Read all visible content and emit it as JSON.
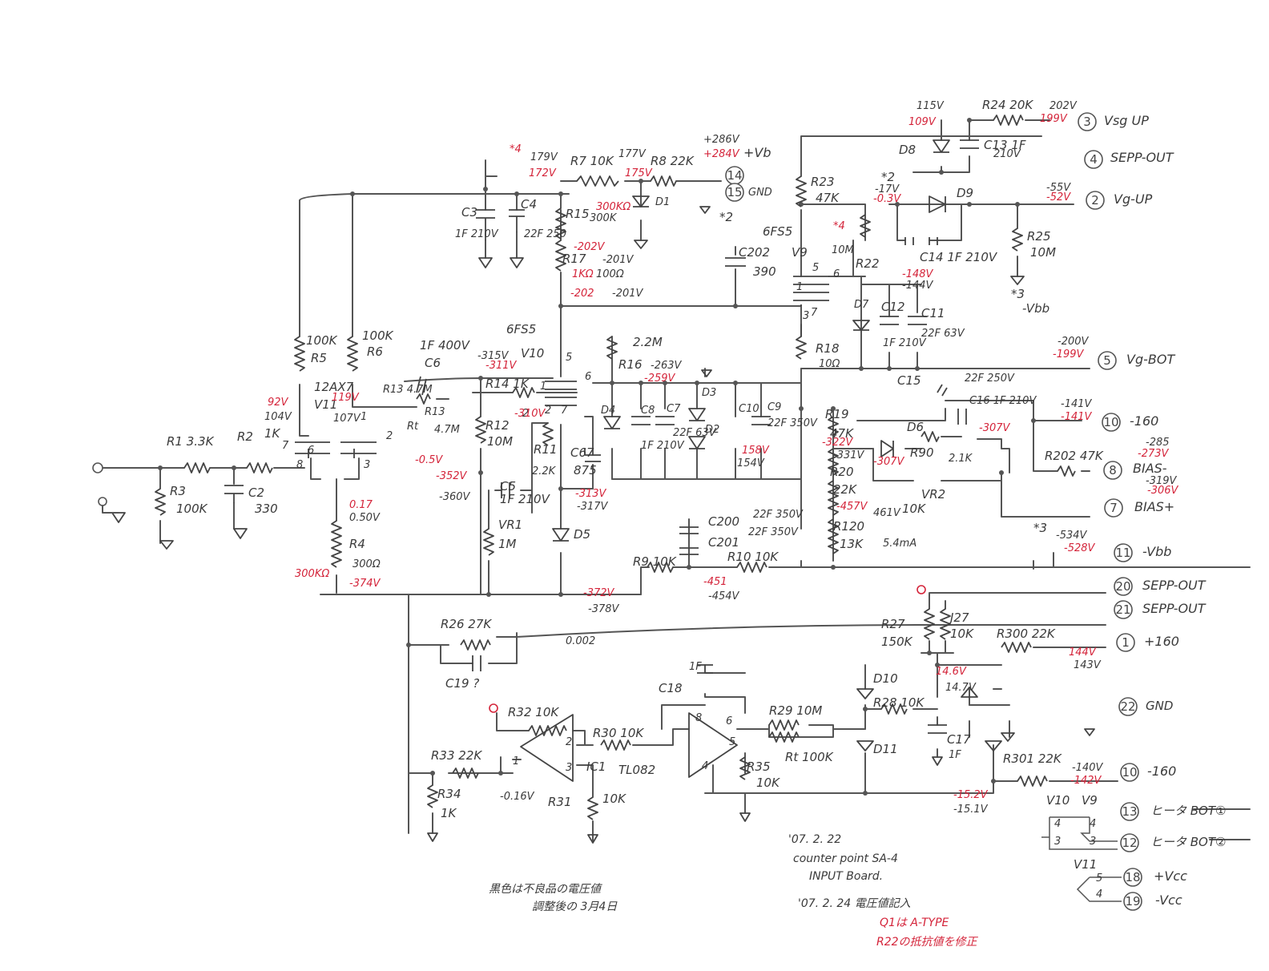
{
  "components": [
    {
      "id": "R1",
      "text": "R1 3.3K"
    },
    {
      "id": "R2",
      "text": "R2"
    },
    {
      "id": "R2v",
      "text": "1K"
    },
    {
      "id": "R3",
      "text": "R3"
    },
    {
      "id": "R3v",
      "text": "100K"
    },
    {
      "id": "C2",
      "text": "C2"
    },
    {
      "id": "C2v",
      "text": "330"
    },
    {
      "id": "R5v",
      "text": "100K"
    },
    {
      "id": "R5",
      "text": "R5"
    },
    {
      "id": "R6v",
      "text": "100K"
    },
    {
      "id": "R6",
      "text": "R6"
    },
    {
      "id": "V11a",
      "text": "12AX7"
    },
    {
      "id": "V11b",
      "text": "V11"
    },
    {
      "id": "R4",
      "text": "R4"
    },
    {
      "id": "R4v",
      "text": "300Ω"
    },
    {
      "id": "C6v",
      "text": "1F 400V"
    },
    {
      "id": "C6",
      "text": "C6"
    },
    {
      "id": "R13a",
      "text": "R13 4.7M"
    },
    {
      "id": "R13b",
      "text": "R13"
    },
    {
      "id": "R13v",
      "text": "4.7M"
    },
    {
      "id": "Rt1",
      "text": "Rt"
    },
    {
      "id": "R14",
      "text": "R14 1K"
    },
    {
      "id": "R12",
      "text": "R12"
    },
    {
      "id": "R12v",
      "text": "10M"
    },
    {
      "id": "C5",
      "text": "C5"
    },
    {
      "id": "C5v",
      "text": "1F 210V"
    },
    {
      "id": "VR1",
      "text": "VR1"
    },
    {
      "id": "VR1v",
      "text": "1M"
    },
    {
      "id": "R11",
      "text": "R11"
    },
    {
      "id": "R11v",
      "text": "2.2K"
    },
    {
      "id": "V10t",
      "text": "6FS5"
    },
    {
      "id": "V10",
      "text": "V10"
    },
    {
      "id": "C67",
      "text": "C67"
    },
    {
      "id": "C67v",
      "text": "875"
    },
    {
      "id": "D5",
      "text": "D5"
    },
    {
      "id": "R16v",
      "text": "2.2M"
    },
    {
      "id": "R16",
      "text": "R16"
    },
    {
      "id": "D4",
      "text": "D4"
    },
    {
      "id": "C8",
      "text": "C8"
    },
    {
      "id": "C8v",
      "text": "1F 210V"
    },
    {
      "id": "C7",
      "text": "C7"
    },
    {
      "id": "C7v",
      "text": "22F 63V"
    },
    {
      "id": "D3",
      "text": "D3"
    },
    {
      "id": "D2",
      "text": "D2"
    },
    {
      "id": "C10",
      "text": "C10"
    },
    {
      "id": "C9",
      "text": "C9"
    },
    {
      "id": "C9v",
      "text": "22F 350V"
    },
    {
      "id": "C3",
      "text": "C3"
    },
    {
      "id": "C3v",
      "text": "1F 210V"
    },
    {
      "id": "C4",
      "text": "C4"
    },
    {
      "id": "C4v",
      "text": "22F 250"
    },
    {
      "id": "R15",
      "text": "R15"
    },
    {
      "id": "R15v",
      "text": "300K"
    },
    {
      "id": "R17",
      "text": "R17"
    },
    {
      "id": "R17v",
      "text": "100Ω"
    },
    {
      "id": "R7",
      "text": "R7 10K"
    },
    {
      "id": "R8",
      "text": "R8 22K"
    },
    {
      "id": "D1",
      "text": "D1"
    },
    {
      "id": "C202",
      "text": "C202"
    },
    {
      "id": "C202v",
      "text": "390"
    },
    {
      "id": "V9t",
      "text": "6FS5"
    },
    {
      "id": "V9",
      "text": "V9"
    },
    {
      "id": "R23",
      "text": "R23"
    },
    {
      "id": "R23v",
      "text": "47K"
    },
    {
      "id": "R22",
      "text": "R22"
    },
    {
      "id": "R22v",
      "text": "10M"
    },
    {
      "id": "D7",
      "text": "D7"
    },
    {
      "id": "C12",
      "text": "C12"
    },
    {
      "id": "C12v",
      "text": "1F 210V"
    },
    {
      "id": "C11",
      "text": "C11"
    },
    {
      "id": "C11v",
      "text": "22F 63V"
    },
    {
      "id": "R18",
      "text": "R18"
    },
    {
      "id": "R18v",
      "text": "10Ω"
    },
    {
      "id": "R24",
      "text": "R24 20K"
    },
    {
      "id": "D8",
      "text": "D8"
    },
    {
      "id": "C13",
      "text": "C13 1F"
    },
    {
      "id": "C13v",
      "text": "210V"
    },
    {
      "id": "D9",
      "text": "D9"
    },
    {
      "id": "C14",
      "text": "C14 1F 210V"
    },
    {
      "id": "R25",
      "text": "R25"
    },
    {
      "id": "R25v",
      "text": "10M"
    },
    {
      "id": "C15",
      "text": "C15"
    },
    {
      "id": "C15v",
      "text": "22F 250V"
    },
    {
      "id": "C16",
      "text": "C16 1F 210V"
    },
    {
      "id": "R19",
      "text": "R19"
    },
    {
      "id": "R19v",
      "text": "47K"
    },
    {
      "id": "R20",
      "text": "R20"
    },
    {
      "id": "R20v",
      "text": "22K"
    },
    {
      "id": "R120",
      "text": "R120"
    },
    {
      "id": "R120v",
      "text": "13K"
    },
    {
      "id": "D6",
      "text": "D6"
    },
    {
      "id": "R90",
      "text": "R90"
    },
    {
      "id": "R90v",
      "text": "2.1K"
    },
    {
      "id": "VR2",
      "text": "VR2"
    },
    {
      "id": "VR2v",
      "text": "10K"
    },
    {
      "id": "R202",
      "text": "R202 47K"
    },
    {
      "id": "C200",
      "text": "C200"
    },
    {
      "id": "C200v",
      "text": "22F 350V"
    },
    {
      "id": "C201",
      "text": "C201"
    },
    {
      "id": "C201v",
      "text": "22F 350V"
    },
    {
      "id": "R9",
      "text": "R9 10K"
    },
    {
      "id": "R10",
      "text": "R10 10K"
    },
    {
      "id": "R26",
      "text": "R26 27K"
    },
    {
      "id": "C19",
      "text": "C19 ?"
    },
    {
      "id": "R27",
      "text": "R27"
    },
    {
      "id": "R27v",
      "text": "150K"
    },
    {
      "id": "J27",
      "text": "J27"
    },
    {
      "id": "J27v",
      "text": "10K"
    },
    {
      "id": "R300",
      "text": "R300 22K"
    },
    {
      "id": "C18",
      "text": "C18"
    },
    {
      "id": "C18v",
      "text": "1F"
    },
    {
      "id": "D10",
      "text": "D10"
    },
    {
      "id": "R28",
      "text": "R28 10K"
    },
    {
      "id": "R29",
      "text": "R29 10M"
    },
    {
      "id": "Rt2",
      "text": "Rt 100K"
    },
    {
      "id": "D11",
      "text": "D11"
    },
    {
      "id": "C17",
      "text": "C17"
    },
    {
      "id": "C17v",
      "text": "1F"
    },
    {
      "id": "R32",
      "text": "R32 10K"
    },
    {
      "id": "R30",
      "text": "R30 10K"
    },
    {
      "id": "IC1",
      "text": "IC1"
    },
    {
      "id": "IC1v",
      "text": "TL082"
    },
    {
      "id": "R31",
      "text": "R31"
    },
    {
      "id": "R31v",
      "text": "10K"
    },
    {
      "id": "R33",
      "text": "R33 22K"
    },
    {
      "id": "R34",
      "text": "R34"
    },
    {
      "id": "R34v",
      "text": "1K"
    },
    {
      "id": "R35",
      "text": "R35"
    },
    {
      "id": "R35v",
      "text": "10K"
    },
    {
      "id": "R301",
      "text": "R301 22K"
    }
  ],
  "pins": [
    "6",
    "8",
    "7",
    "1",
    "2",
    "3",
    "5",
    "6",
    "2",
    "7",
    "5",
    "6",
    "1",
    "3",
    "7",
    "8",
    "6",
    "5",
    "4",
    "2",
    "3",
    "1",
    "4",
    "3",
    "4",
    "3",
    "5",
    "4",
    "2",
    "1"
  ],
  "voltages_black": [
    "104V",
    "107V",
    "0.50V",
    "-360V",
    "-317V",
    "-201V",
    "-201V",
    "177V",
    "202V",
    "+286V",
    "-17V",
    "-55V",
    "-144V",
    "-200V",
    "-141V",
    "-285",
    "-319V",
    "-534V",
    "461V",
    "5.4mA",
    "-331V",
    "-454V",
    "-378V",
    "0.002",
    "143V",
    "14.7V",
    "-140V",
    "-0.16V",
    "-15.1V",
    "115V",
    "179V",
    "-315V",
    "-263V",
    "154V"
  ],
  "voltages_red": [
    "92V",
    "119V",
    "-0.5V",
    "0.17",
    "300KΩ",
    "-374V",
    "-352V",
    "-310V",
    "-313V",
    "-311V",
    "-259V",
    "158V",
    "172V",
    "175V",
    "+284V",
    "-202V",
    "1KΩ",
    "-202",
    "109V",
    "199V",
    "-0.3V",
    "-52V",
    "-148V",
    "-199V",
    "-307V",
    "-307V",
    "-322V",
    "-457V",
    "-141V",
    "-273V",
    "-306V",
    "-528V",
    "-451",
    "-372V",
    "144V",
    "14.6V",
    "-15.2V",
    "-142V",
    "300KΩ"
  ],
  "marks": [
    "*4",
    "*2",
    "*4",
    "*3",
    "*2",
    "*3"
  ],
  "terminals": [
    {
      "num": "3",
      "label": "Vsg UP"
    },
    {
      "num": "4",
      "label": "SEPP-OUT"
    },
    {
      "num": "2",
      "label": "Vg-UP"
    },
    {
      "num": "14",
      "label": "+Vb"
    },
    {
      "num": "15",
      "label": "GND"
    },
    {
      "num": "5",
      "label": "Vg-BOT"
    },
    {
      "num": "10",
      "label": "-160"
    },
    {
      "num": "8",
      "label": "BIAS-"
    },
    {
      "num": "7",
      "label": "BIAS+"
    },
    {
      "num": "11",
      "label": "-Vbb"
    },
    {
      "num": "20",
      "label": "SEPP-OUT"
    },
    {
      "num": "21",
      "label": "SEPP-OUT"
    },
    {
      "num": "1",
      "label": "+160"
    },
    {
      "num": "22",
      "label": "GND"
    },
    {
      "num": "10",
      "label": "-160"
    },
    {
      "num": "13",
      "label": "ヒータ BOT①"
    },
    {
      "num": "12",
      "label": "ヒータ BOT②"
    },
    {
      "num": "18",
      "label": "+Vcc"
    },
    {
      "num": "19",
      "label": "-Vcc"
    }
  ],
  "tube_group_labels": [
    "V10",
    "V9",
    "V11",
    "-Vbb"
  ],
  "notes": {
    "jp1": "黒色は不良品の電圧値",
    "jp2": "調整後の 3月4日",
    "date": "'07. 2. 22",
    "title1": "counter point SA-4",
    "title2": "INPUT Board.",
    "date2": "'07. 2. 24 電圧値記入",
    "red1": "Q1は A-TYPE",
    "red2": "R22の抵抗値を修正"
  }
}
